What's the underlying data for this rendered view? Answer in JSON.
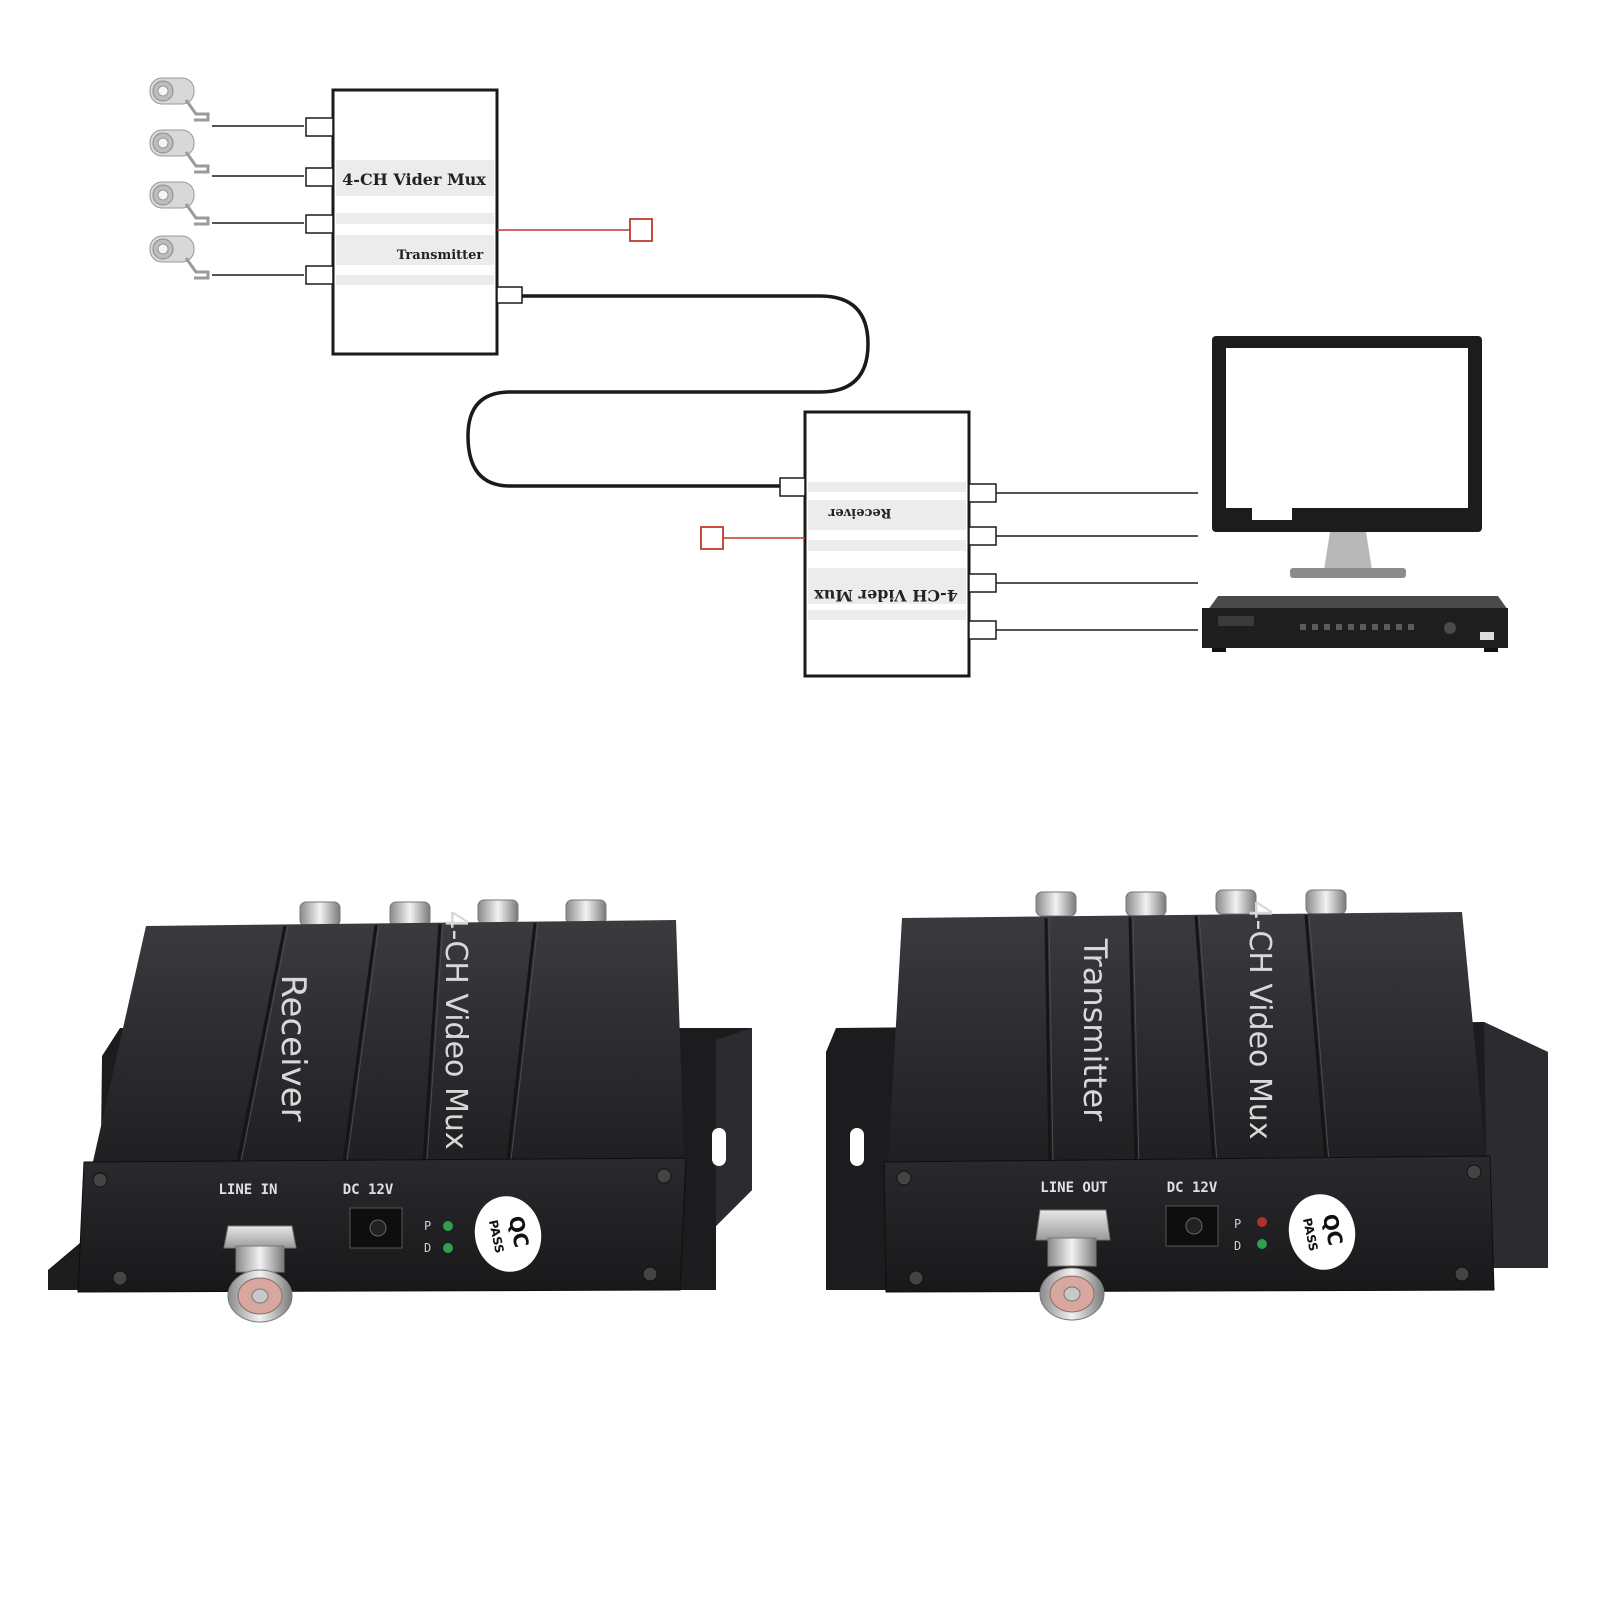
{
  "diagram": {
    "transmitter_box": {
      "title": "4-CH Vider Mux",
      "subtitle": "Transmitter"
    },
    "receiver_box": {
      "title": "4-CH Vider Mux",
      "subtitle": "Receiver"
    },
    "line_color": "#1a1a1a",
    "power_line_color": "#c0392b"
  },
  "devices": {
    "receiver": {
      "title": "4-CH Video Mux",
      "name": "Receiver",
      "port_label": "LINE IN",
      "power_label": "DC 12V",
      "led_p": "P",
      "led_d": "D",
      "qc_top": "QC",
      "qc_bottom": "PASS",
      "led_color_p": "#2e9e4f",
      "led_color_d": "#2e9e4f"
    },
    "transmitter": {
      "title": "4-CH Video Mux",
      "name": "Transmitter",
      "port_label": "LINE OUT",
      "power_label": "DC 12V",
      "led_p": "P",
      "led_d": "D",
      "qc_top": "QC",
      "qc_bottom": "PASS",
      "led_color_p": "#b03030",
      "led_color_d": "#2e9e4f"
    },
    "body_color": "#26262a"
  }
}
